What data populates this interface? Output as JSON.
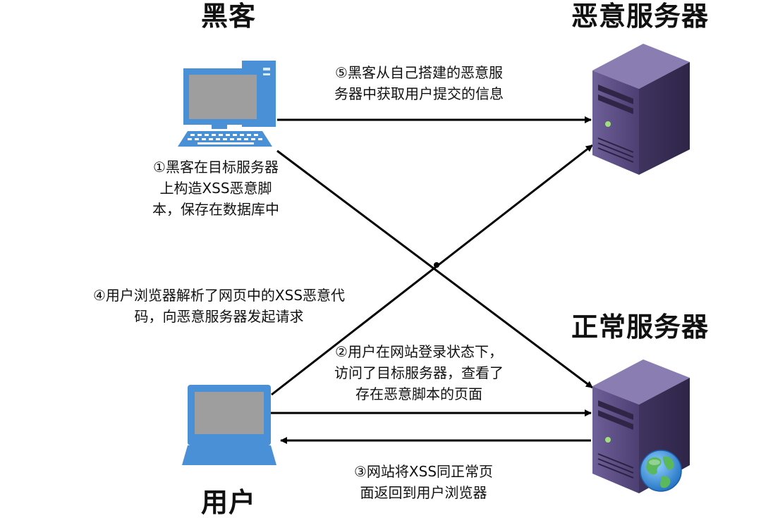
{
  "actors": {
    "hacker": "黑客",
    "malicious_server": "恶意服务器",
    "normal_server": "正常服务器",
    "user": "用户"
  },
  "steps": {
    "step1": [
      "①黑客在目标服务器",
      "上构造XSS恶意脚",
      "本，保存在数据库中"
    ],
    "step2": [
      "②用户在网站登录状态下，",
      "访问了目标服务器，查看了",
      "存在恶意脚本的页面"
    ],
    "step3": [
      "③网站将XSS同正常页",
      "面返回到用户浏览器"
    ],
    "step4": [
      "④用户浏览器解析了网页中的XSS恶意代",
      "码，向恶意服务器发起请求"
    ],
    "step5": [
      "⑤黑客从自己搭建的恶意服",
      "务器中获取用户提交的信息"
    ]
  },
  "colors": {
    "computer_blue": "#4a90d6",
    "screen_gray": "#9e9e9e",
    "server_purple": "#5e4f86",
    "arrow": "#000000",
    "globe": "#2f8ee0"
  },
  "icons": [
    "desktop-computer-icon",
    "laptop-icon",
    "server-icon",
    "globe-icon"
  ]
}
